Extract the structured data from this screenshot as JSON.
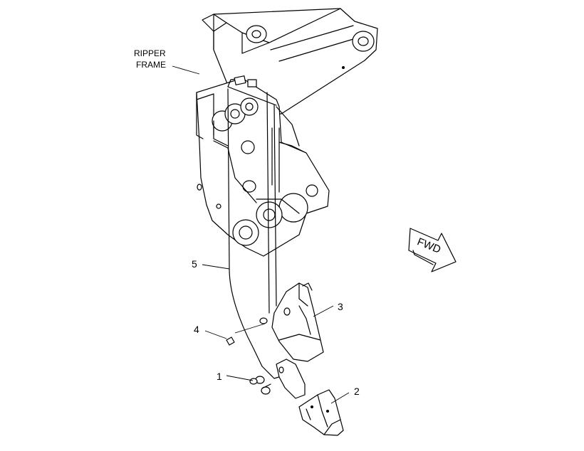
{
  "labels": {
    "frame_line1": "RIPPER",
    "frame_line2": "FRAME",
    "fwd": "FWD",
    "callouts": [
      "1",
      "2",
      "3",
      "4",
      "5"
    ]
  }
}
